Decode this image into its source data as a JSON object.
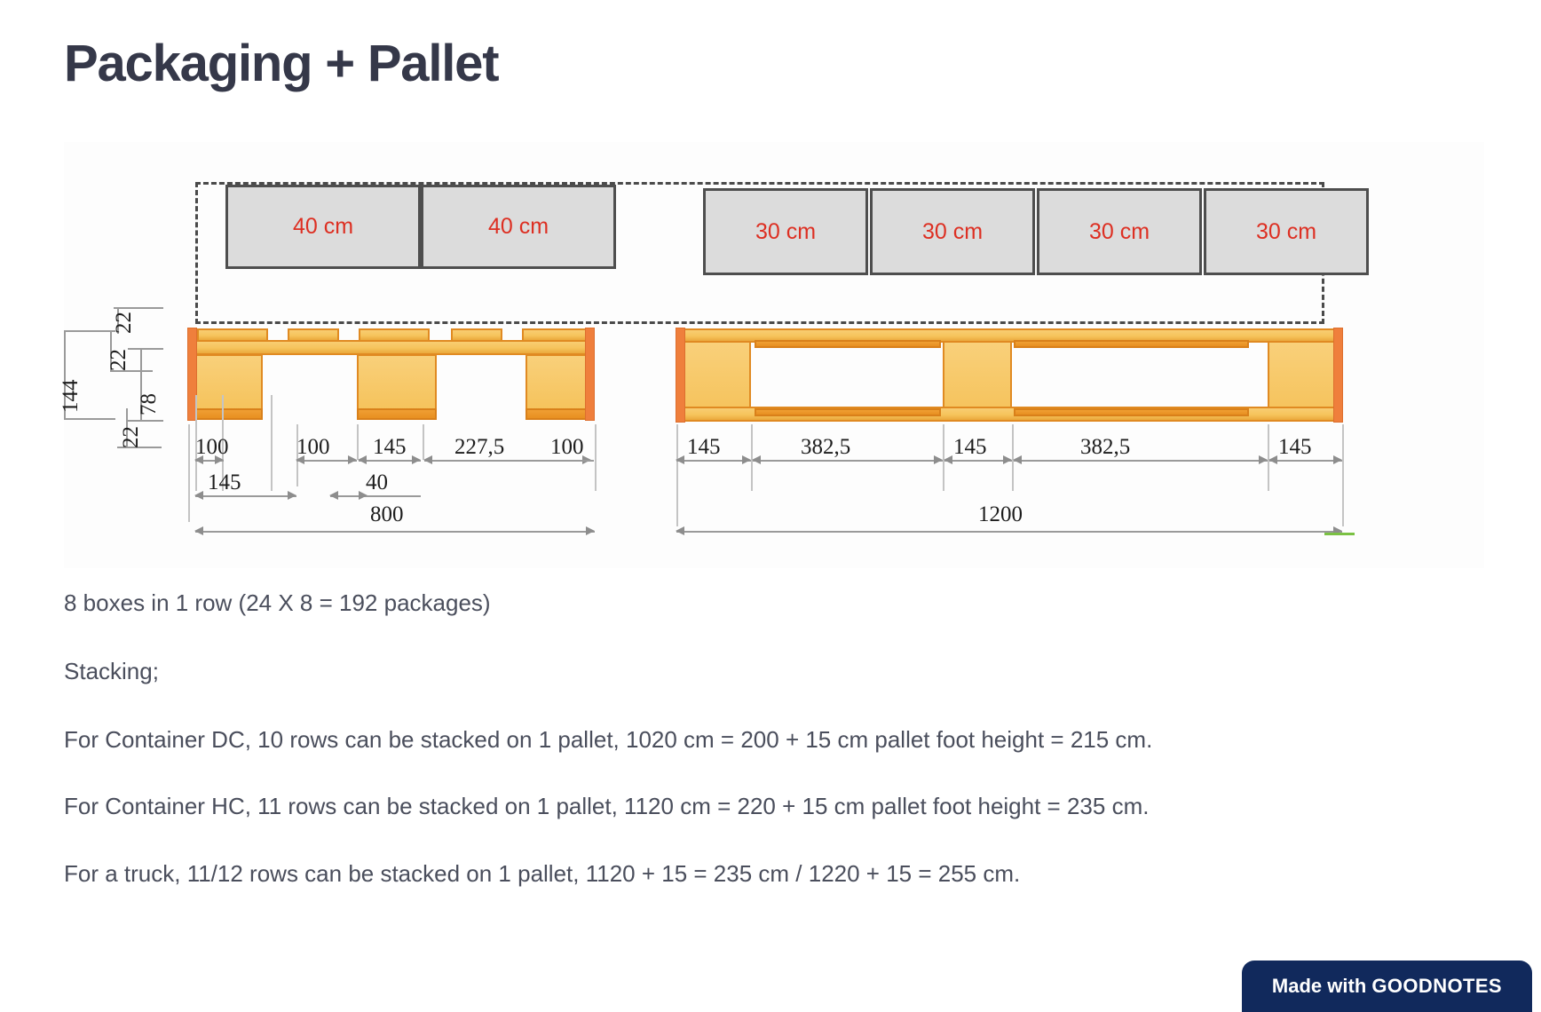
{
  "page": {
    "title": "Packaging + Pallet",
    "title_color": "#353849",
    "background": "#ffffff"
  },
  "diagram": {
    "label": "pallet-and-packaging-drawing",
    "package_text_color": "#dd2f22",
    "package_fill": "#dcdcdc",
    "package_border": "#4e4e4e",
    "pallet_color": "#f5c25a",
    "pallet_edge_color": "#e08a22",
    "dash_border_color": "#4a4a4a",
    "packages_left": [
      {
        "label": "40 cm"
      },
      {
        "label": "40 cm"
      }
    ],
    "packages_right": [
      {
        "label": "30 cm"
      },
      {
        "label": "30 cm"
      },
      {
        "label": "30 cm"
      },
      {
        "label": "30 cm"
      }
    ],
    "left_pallet": {
      "name": "pallet-front-view-800",
      "vertical_dims": [
        "144",
        "22",
        "78",
        "22",
        "22"
      ],
      "horizontal_row1": [
        "100",
        "100",
        "145",
        "227,5",
        "100"
      ],
      "horizontal_row2": [
        "145",
        "40"
      ],
      "total": "800"
    },
    "right_pallet": {
      "name": "pallet-side-view-1200",
      "horizontal_row1": [
        "145",
        "382,5",
        "145",
        "382,5",
        "145"
      ],
      "total": "1200"
    }
  },
  "body": {
    "lines": [
      "8 boxes in 1 row (24 X 8 = 192 packages)",
      "Stacking;",
      "For Container DC, 10 rows can be stacked on 1 pallet, 1020 cm = 200 + 15 cm pallet foot height = 215 cm.",
      "For Container HC, 11 rows can be stacked on 1 pallet, 1120 cm = 220 + 15 cm pallet foot height = 235 cm.",
      "For a truck, 11/12 rows can be stacked on 1 pallet, 1120 + 15 = 235 cm / 1220 + 15 = 255 cm."
    ]
  },
  "badge": {
    "prefix": "Made with ",
    "brand": "GOODNOTES"
  }
}
